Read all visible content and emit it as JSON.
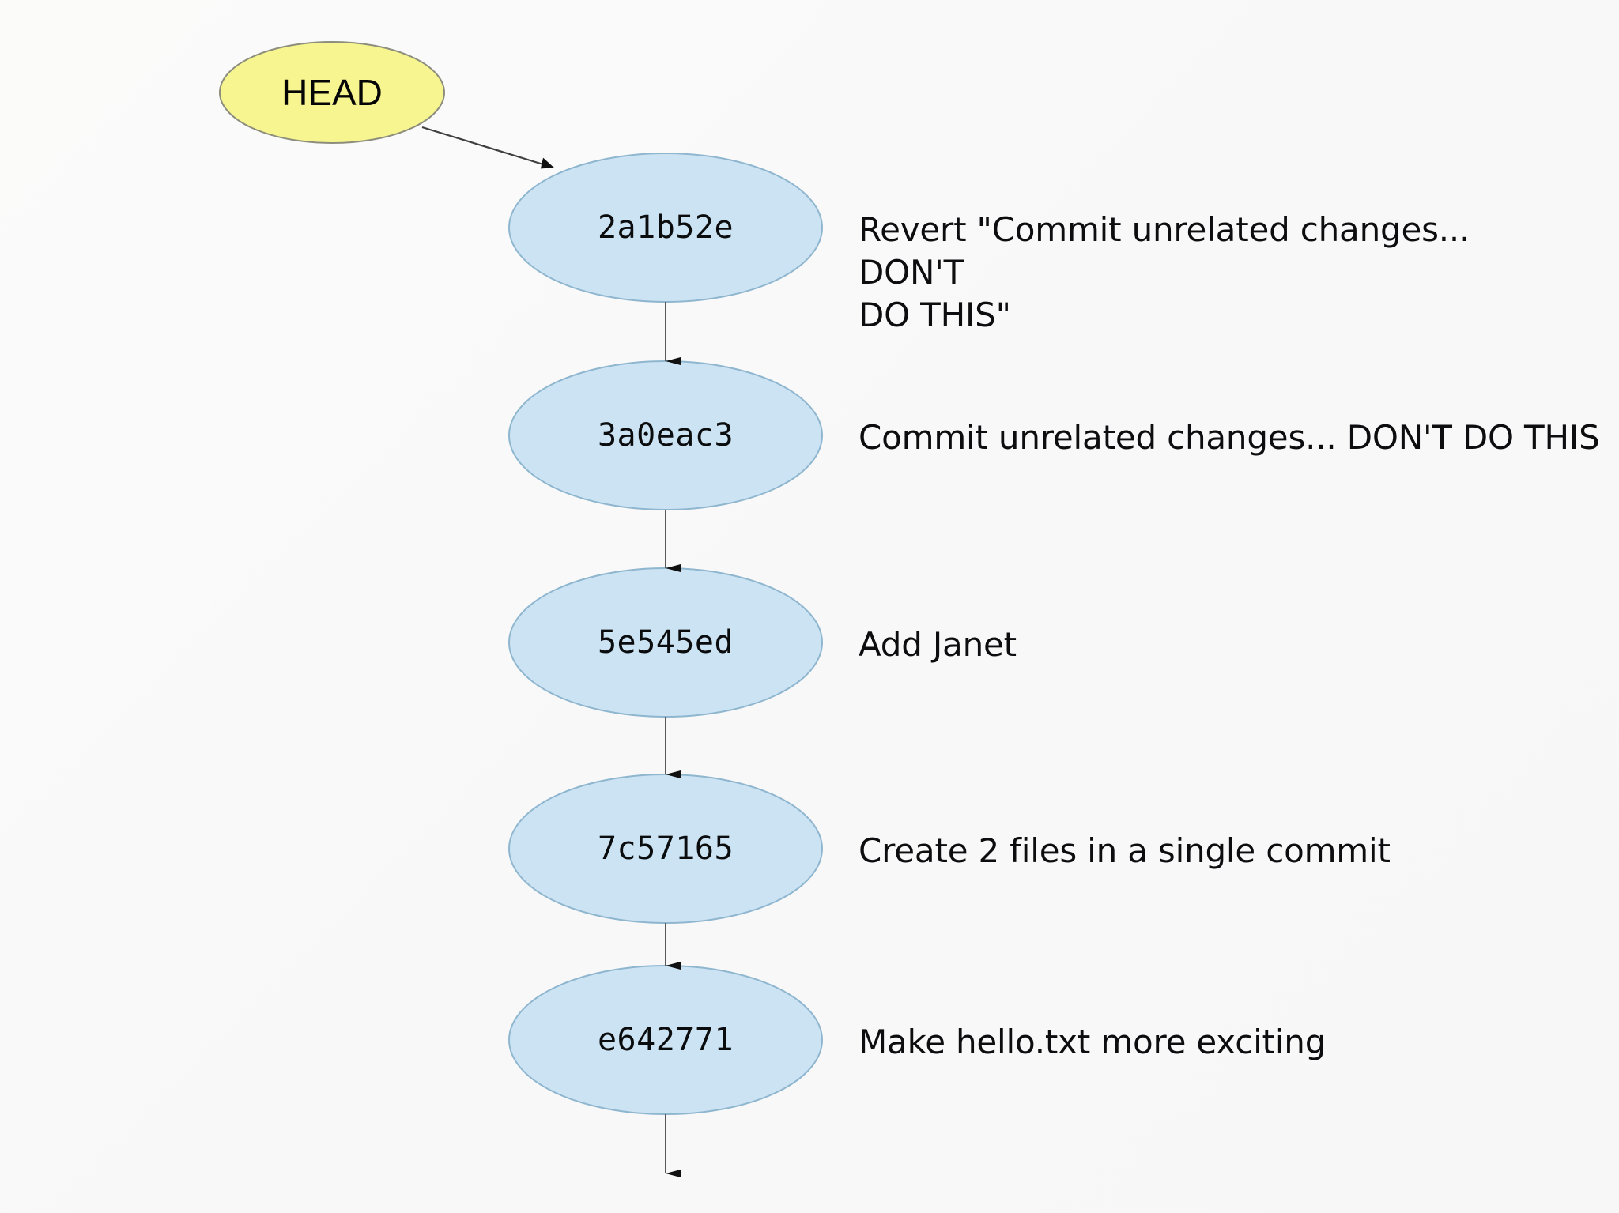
{
  "diagram": {
    "title": "git commit history graph",
    "background_color": "#fafafa",
    "colors": {
      "head_fill": "#f7f58f",
      "head_stroke": "#8a8a7a",
      "commit_fill": "#cce3f3",
      "commit_stroke": "#8fb6cf",
      "edge": "#4a4a4a",
      "text": "#0d0d0f"
    }
  },
  "head": {
    "label": "HEAD",
    "shape": "ellipse"
  },
  "commits": [
    {
      "hash": "2a1b52e",
      "message": "Revert \"Commit unrelated changes... DON'T\nDO THIS\""
    },
    {
      "hash": "3a0eac3",
      "message": "Commit unrelated changes... DON'T DO THIS"
    },
    {
      "hash": "5e545ed",
      "message": "Add Janet"
    },
    {
      "hash": "7c57165",
      "message": "Create 2 files in a single commit"
    },
    {
      "hash": "e642771",
      "message": "Make hello.txt more exciting"
    }
  ]
}
